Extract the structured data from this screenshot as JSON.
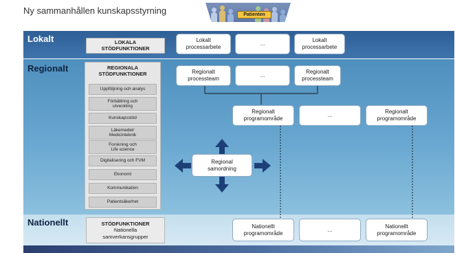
{
  "header": {
    "title": "Ny sammanhållen kunskapsstyrning",
    "patient_label": "Patienten"
  },
  "bands": {
    "lokalt": "Lokalt",
    "regionalt": "Regionalt",
    "nationellt": "Nationellt"
  },
  "lokalt": {
    "stodfunktioner_line1": "LOKALA",
    "stodfunktioner_line2": "STÖDFUNKTIONER",
    "boxes": [
      {
        "line1": "Lokalt",
        "line2": "processarbete"
      },
      {
        "line1": "...",
        "line2": ""
      },
      {
        "line1": "Lokalt",
        "line2": "processarbete"
      }
    ]
  },
  "regionalt": {
    "stodfunktioner_line1": "REGIONALA",
    "stodfunktioner_line2": "STÖDFUNKTIONER",
    "functions": [
      {
        "line1": "Uppföljning och analys",
        "line2": ""
      },
      {
        "line1": "Förbättring och",
        "line2": "utveckling"
      },
      {
        "line1": "Kunskapsstöd",
        "line2": ""
      },
      {
        "line1": "Läkemedel/",
        "line2": "Medicinteknik"
      },
      {
        "line1": "Forskning och",
        "line2": "Life science"
      },
      {
        "line1": "Digitalisering och FVM",
        "line2": ""
      },
      {
        "line1": "Ekonomi",
        "line2": ""
      },
      {
        "line1": "Kommunikation",
        "line2": ""
      },
      {
        "line1": "Patientsäkerhet",
        "line2": ""
      }
    ],
    "processteam": [
      {
        "line1": "Regionalt",
        "line2": "processteam"
      },
      {
        "line1": "...",
        "line2": ""
      },
      {
        "line1": "Regionalt",
        "line2": "processteam"
      }
    ],
    "programomraden": [
      {
        "line1": "Regionalt",
        "line2": "programområde"
      },
      {
        "line1": "...",
        "line2": ""
      },
      {
        "line1": "Regionalt",
        "line2": "programområde"
      }
    ],
    "samordning": {
      "line1": "Regional",
      "line2": "samordning"
    }
  },
  "nationellt": {
    "stodfunktioner_line1": "STÖDFUNKTIONER",
    "stodfunktioner_line2": "Nationella",
    "stodfunktioner_line3": "samverkansgrupper",
    "programomraden": [
      {
        "line1": "Nationellt",
        "line2": "programområde"
      },
      {
        "line1": "...",
        "line2": ""
      },
      {
        "line1": "Nationellt",
        "line2": "programområde"
      }
    ]
  },
  "colors": {
    "lokalt_band": "#2f5f96",
    "regionalt_band": "#5f9fcb",
    "nationellt_band": "#d0e6f2",
    "arrow": "#1d3f78",
    "patient_tag": "#f5c542"
  }
}
